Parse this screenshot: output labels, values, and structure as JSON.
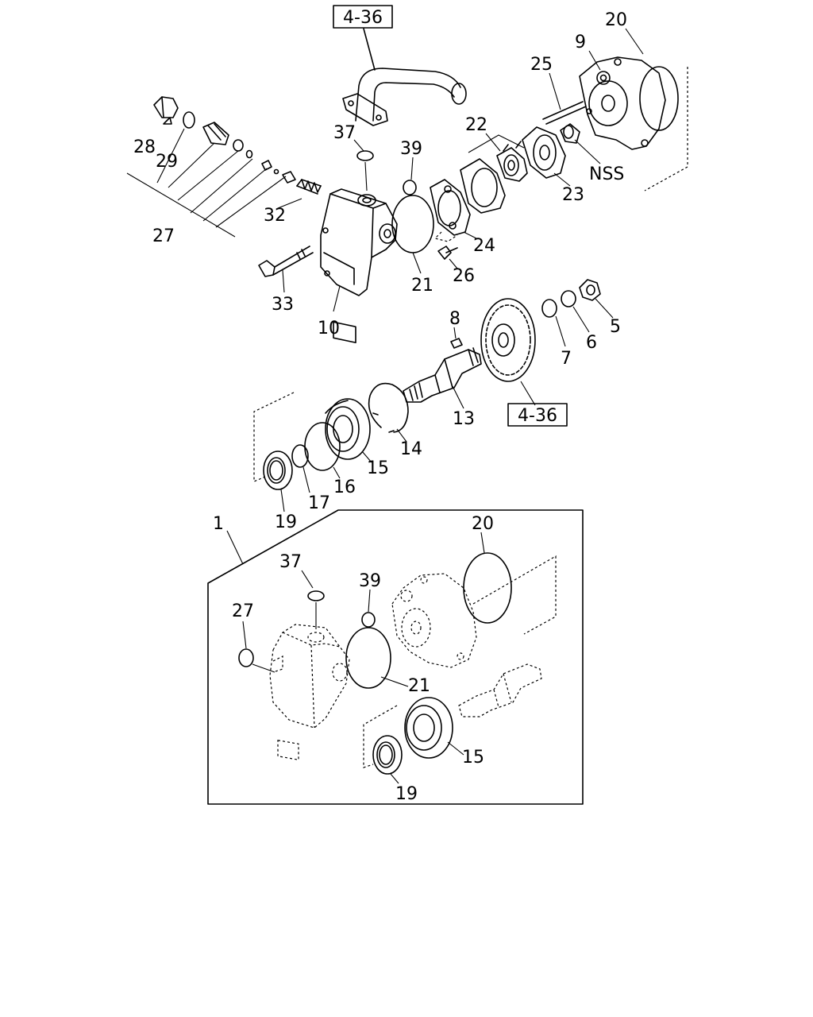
{
  "ref_boxes": [
    "4-36",
    "4-36"
  ],
  "labels": {
    "l1": "1",
    "l5": "5",
    "l6": "6",
    "l7": "7",
    "l8": "8",
    "l9": "9",
    "l10": "10",
    "l13": "13",
    "l14": "14",
    "l15": "15",
    "l16": "16",
    "l17": "17",
    "l19": "19",
    "l20": "20",
    "l21": "21",
    "l22": "22",
    "l23": "23",
    "l24": "24",
    "l25": "25",
    "l26": "26",
    "l27": "27",
    "l28": "28",
    "l29": "29",
    "l32": "32",
    "l33": "33",
    "l37": "37",
    "l39": "39",
    "nss": "NSS",
    "k15": "15",
    "k19": "19",
    "k20": "20",
    "k21": "21",
    "k27": "27",
    "k37": "37",
    "k39": "39"
  }
}
